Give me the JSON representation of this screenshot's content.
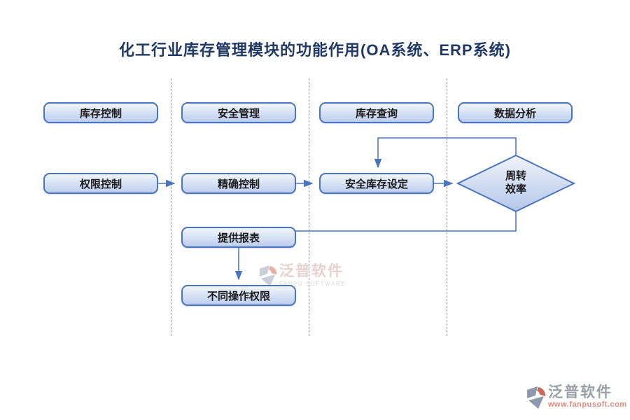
{
  "title": "化工行业库存管理模块的功能作用(OA系统、ERP系统)",
  "headers": [
    "库存控制",
    "安全管理",
    "库存查询",
    "数据分析"
  ],
  "flow": {
    "permission_control": "权限控制",
    "precise_control": "精确控制",
    "safety_stock_setting": "安全库存设定",
    "turnover_line1": "周转",
    "turnover_line2": "效率",
    "provide_reports": "提供报表",
    "different_operation_permissions": "不同操作权限"
  },
  "watermark_center": {
    "brand": "泛普软件",
    "subtitle": "FANPU SOFTWARE"
  },
  "watermark_corner": {
    "brand": "泛普软件",
    "url": "www.fanpusoft.com"
  },
  "colors": {
    "title_text": "#1f3864",
    "node_border": "#4a74c0",
    "node_fill_top": "#f2f6fc",
    "node_fill_bottom": "#bccded",
    "connector": "#4a74c0",
    "divider_gray": "#999999",
    "watermark_gray": "#9aa0a8",
    "watermark_red": "#e0897e"
  }
}
